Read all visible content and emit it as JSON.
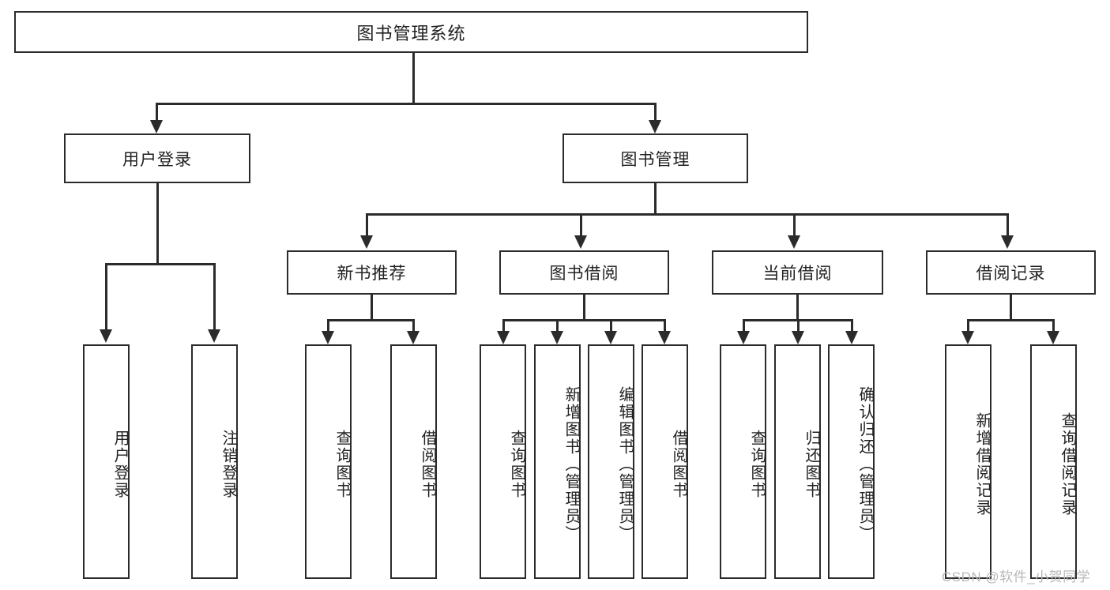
{
  "diagram": {
    "title": "图书管理系统",
    "root": {
      "label": "图书管理系统"
    },
    "level2": [
      {
        "label": "用户登录"
      },
      {
        "label": "图书管理"
      }
    ],
    "level3": [
      {
        "label": "新书推荐"
      },
      {
        "label": "图书借阅"
      },
      {
        "label": "当前借阅"
      },
      {
        "label": "借阅记录"
      }
    ],
    "leaves": {
      "user_login": [
        {
          "label": "用户登录"
        },
        {
          "label": "注销登录"
        }
      ],
      "new_book": [
        {
          "label": "查询图书"
        },
        {
          "label": "借阅图书"
        }
      ],
      "borrow_book": [
        {
          "label": "查询图书"
        },
        {
          "label": "新增图书（管理员）"
        },
        {
          "label": "编辑图书（管理员）"
        },
        {
          "label": "借阅图书"
        }
      ],
      "current_borrow": [
        {
          "label": "查询图书"
        },
        {
          "label": "归还图书"
        },
        {
          "label": "确认归还（管理员）"
        }
      ],
      "borrow_record": [
        {
          "label": "新增借阅记录"
        },
        {
          "label": "查询借阅记录"
        }
      ]
    }
  },
  "watermark": {
    "text": "CSDN @软件_小贺同学"
  },
  "colors": {
    "stroke": "#2b2b2b",
    "fill": "#ffffff",
    "text": "#222222",
    "watermark": "#b9b9b9"
  }
}
